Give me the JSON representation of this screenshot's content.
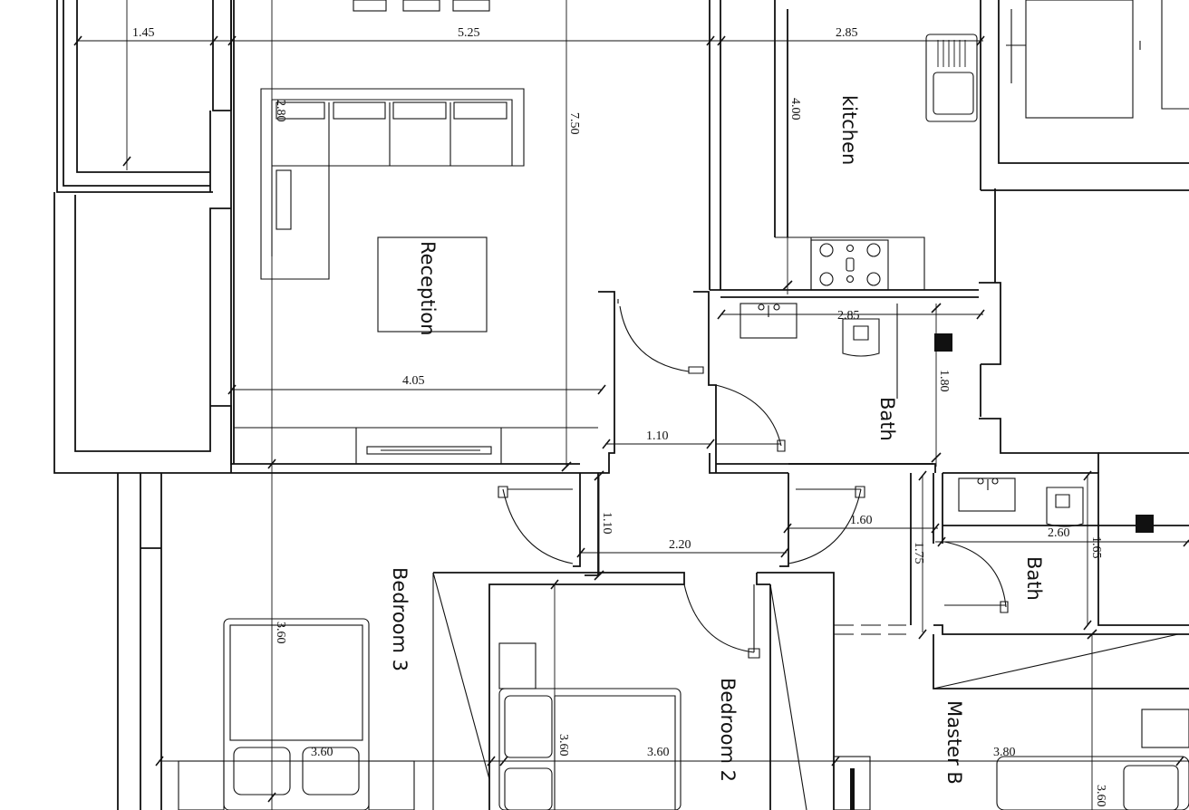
{
  "rooms": {
    "reception": "Reception",
    "kitchen": "kitchen",
    "bath_main": "Bath",
    "bath_ensuite": "Bath",
    "bedroom_3": "Bedroom 3",
    "bedroom_2": "Bedroom 2",
    "master_bedroom": "Master B"
  },
  "dimensions": {
    "balcony_width": "1.45",
    "reception_width": "5.25",
    "kitchen_width": "2.85",
    "reception_depth": "7.50",
    "kitchen_depth": "4.00",
    "sofa_depth": "2.80",
    "reception_inner_width": "4.05",
    "bath_width": "2.85",
    "bath_depth": "1.80",
    "corridor_width": "1.10",
    "corridor_depth": "1.10",
    "hall_width": "2.20",
    "ensuite_corridor": "1.60",
    "ensuite_width": "2.60",
    "ensuite_passage": "1.75",
    "ensuite_depth": "1.65",
    "bedroom3_depth": "3.60",
    "bedroom3_width": "3.60",
    "bedroom2_depth": "3.60",
    "bedroom2_width": "3.60",
    "master_width": "3.80",
    "master_depth": "3.60"
  },
  "colors": {
    "line": "#111111",
    "background": "#ffffff"
  }
}
